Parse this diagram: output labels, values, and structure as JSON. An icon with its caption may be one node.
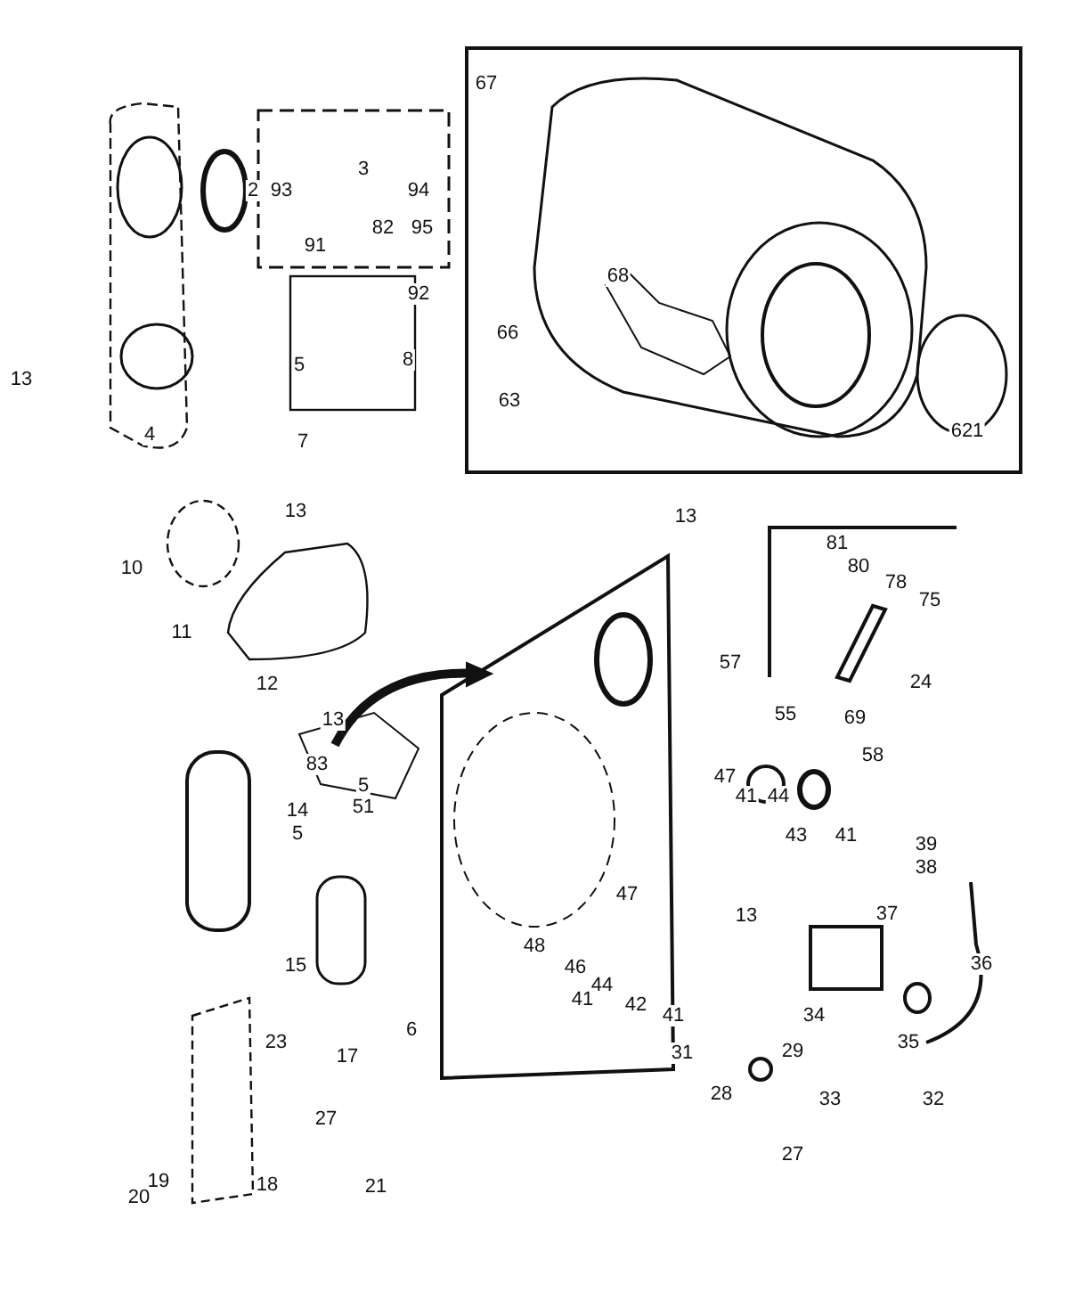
{
  "diagram": {
    "labels": [
      "67",
      "3",
      "2",
      "93",
      "94",
      "82",
      "95",
      "91",
      "92",
      "68",
      "66",
      "5",
      "8",
      "13",
      "63",
      "7",
      "4",
      "621",
      "13",
      "13",
      "81",
      "80",
      "78",
      "75",
      "10",
      "11",
      "57",
      "12",
      "24",
      "13",
      "55",
      "69",
      "58",
      "83",
      "47",
      "41",
      "44",
      "5",
      "51",
      "43",
      "41",
      "39",
      "14",
      "38",
      "5",
      "47",
      "13",
      "37",
      "48",
      "15",
      "46",
      "36",
      "44",
      "41",
      "42",
      "41",
      "34",
      "23",
      "6",
      "35",
      "17",
      "31",
      "29",
      "28",
      "33",
      "32",
      "27",
      "27",
      "19",
      "18",
      "21",
      "20"
    ]
  }
}
